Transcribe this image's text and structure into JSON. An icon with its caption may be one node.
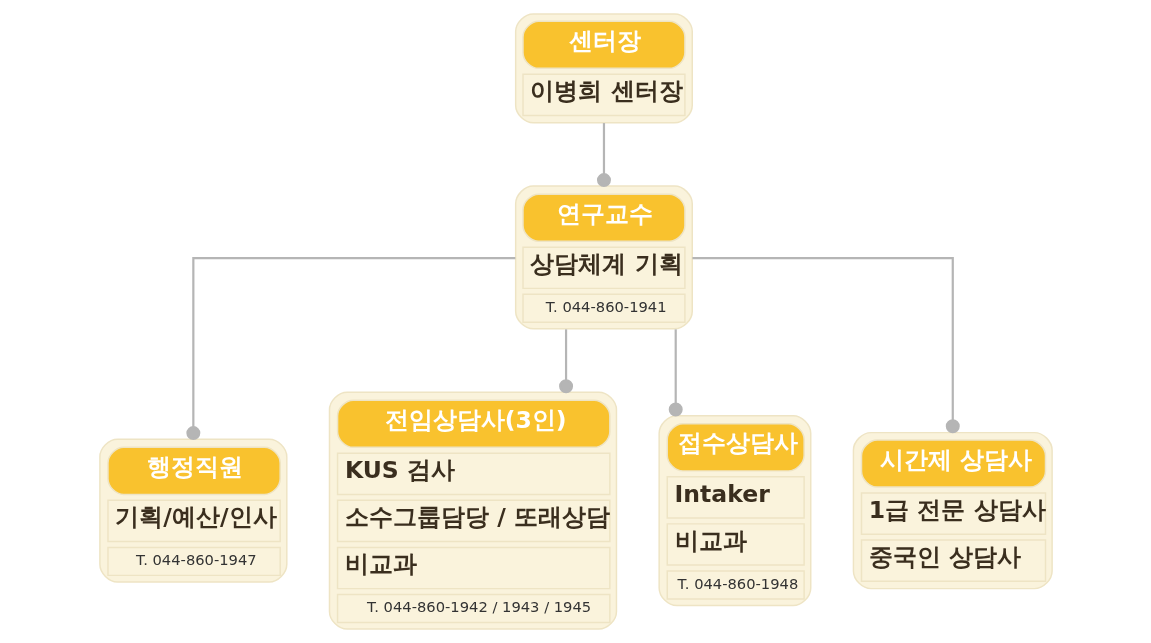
{
  "diagram": {
    "nodes": [
      {
        "text": [
          "센터장",
          "이병희 센터장"
        ]
      },
      {
        "text": [
          "연구교수",
          "상담체계 기획",
          "T. 044-860-1941"
        ]
      },
      {
        "text": [
          "행정직원",
          "기획/예산/인사",
          "T. 044-860-1947"
        ]
      },
      {
        "text": [
          "전임상담사(3인)",
          "KUS 검사",
          "소수그룹담당 / 또래상담",
          "비교과",
          "T. 044-860-1942 / 1943 / 1945"
        ]
      },
      {
        "text": [
          "접수상담사",
          "Intaker",
          "비교과",
          "T. 044-860-1948"
        ]
      },
      {
        "text": [
          "시간제 상담사",
          "1급 전문 상담사",
          "중국인 상담사"
        ]
      }
    ],
    "edges": [
      {
        "from": 0,
        "to": 1,
        "arrow": "other"
      },
      {
        "from": 1,
        "to": 2,
        "arrow": "other"
      },
      {
        "from": 1,
        "to": 3,
        "arrow": "other"
      },
      {
        "from": 1,
        "to": 4,
        "arrow": "other"
      },
      {
        "from": 1,
        "to": 5,
        "arrow": "other"
      }
    ]
  }
}
